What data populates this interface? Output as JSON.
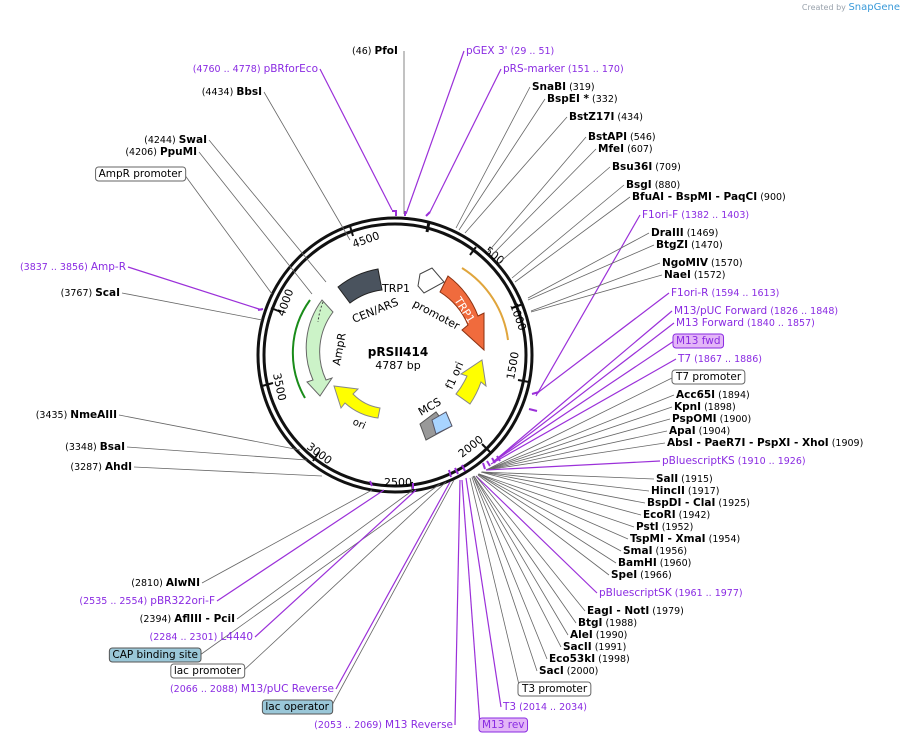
{
  "credit": {
    "prefix": "Created by",
    "brand": "SnapGene"
  },
  "plasmid": {
    "name": "pRSII414",
    "size": "4787 bp"
  },
  "ring_ticks": [
    "500",
    "1000",
    "1500",
    "2000",
    "2500",
    "3000",
    "3500",
    "4000",
    "4500"
  ],
  "features": [
    {
      "label": "CEN/ARS",
      "color": "#4a535e"
    },
    {
      "label": "TRP1 promoter",
      "color": "#ffffff"
    },
    {
      "label": "TRP1",
      "color": "#f06b3d"
    },
    {
      "label": "f1 ori",
      "color": "#ffff00"
    },
    {
      "label": "ori",
      "color": "#ffff00"
    },
    {
      "label": "AmpR",
      "color": "#ccf3c8"
    },
    {
      "label": "MCS",
      "color": "#999999"
    }
  ],
  "annotations": [
    {
      "name": "PfoI",
      "pos": "(46)",
      "kind": "enzyme"
    },
    {
      "name": "pGEX 3'",
      "pos": "(29 .. 51)",
      "kind": "primer"
    },
    {
      "name": "pRS-marker",
      "pos": "(151 .. 170)",
      "kind": "primer"
    },
    {
      "name": "SnaBI",
      "pos": "(319)",
      "kind": "enzyme"
    },
    {
      "name": "BspEI *",
      "pos": "(332)",
      "kind": "enzyme"
    },
    {
      "name": "BstZ17I",
      "pos": "(434)",
      "kind": "enzyme"
    },
    {
      "name": "BstAPI",
      "pos": "(546)",
      "kind": "enzyme"
    },
    {
      "name": "MfeI",
      "pos": "(607)",
      "kind": "enzyme"
    },
    {
      "name": "Bsu36I",
      "pos": "(709)",
      "kind": "enzyme"
    },
    {
      "name": "BsgI",
      "pos": "(880)",
      "kind": "enzyme"
    },
    {
      "name": "BfuAI  -  BspMI  -  PaqCI",
      "pos": "(900)",
      "kind": "enzyme"
    },
    {
      "name": "F1ori-F",
      "pos": "(1382 .. 1403)",
      "kind": "primer"
    },
    {
      "name": "DraIII",
      "pos": "(1469)",
      "kind": "enzyme"
    },
    {
      "name": "BtgZI",
      "pos": "(1470)",
      "kind": "enzyme"
    },
    {
      "name": "NgoMIV",
      "pos": "(1570)",
      "kind": "enzyme"
    },
    {
      "name": "NaeI",
      "pos": "(1572)",
      "kind": "enzyme"
    },
    {
      "name": "F1ori-R",
      "pos": "(1594 .. 1613)",
      "kind": "primer"
    },
    {
      "name": "M13/pUC Forward",
      "pos": "(1826 .. 1848)",
      "kind": "primer"
    },
    {
      "name": "M13 Forward",
      "pos": "(1840 .. 1857)",
      "kind": "primer"
    },
    {
      "name": "M13 fwd",
      "pos": "",
      "kind": "boxprimer"
    },
    {
      "name": "T7",
      "pos": "(1867 .. 1886)",
      "kind": "primer"
    },
    {
      "name": "T7 promoter",
      "pos": "",
      "kind": "box"
    },
    {
      "name": "Acc65I",
      "pos": "(1894)",
      "kind": "enzyme"
    },
    {
      "name": "KpnI",
      "pos": "(1898)",
      "kind": "enzyme"
    },
    {
      "name": "PspOMI",
      "pos": "(1900)",
      "kind": "enzyme"
    },
    {
      "name": "ApaI",
      "pos": "(1904)",
      "kind": "enzyme"
    },
    {
      "name": "AbsI  -  PaeR7I  -  PspXI  -  XhoI",
      "pos": "(1909)",
      "kind": "enzyme"
    },
    {
      "name": "pBluescriptKS",
      "pos": "(1910 .. 1926)",
      "kind": "primer"
    },
    {
      "name": "SalI",
      "pos": "(1915)",
      "kind": "enzyme"
    },
    {
      "name": "HincII",
      "pos": "(1917)",
      "kind": "enzyme"
    },
    {
      "name": "BspDI  -  ClaI",
      "pos": "(1925)",
      "kind": "enzyme"
    },
    {
      "name": "EcoRI",
      "pos": "(1942)",
      "kind": "enzyme"
    },
    {
      "name": "PstI",
      "pos": "(1952)",
      "kind": "enzyme"
    },
    {
      "name": "TspMI  -  XmaI",
      "pos": "(1954)",
      "kind": "enzyme"
    },
    {
      "name": "SmaI",
      "pos": "(1956)",
      "kind": "enzyme"
    },
    {
      "name": "BamHI",
      "pos": "(1960)",
      "kind": "enzyme"
    },
    {
      "name": "SpeI",
      "pos": "(1966)",
      "kind": "enzyme"
    },
    {
      "name": "pBluescriptSK",
      "pos": "(1961 .. 1977)",
      "kind": "primer"
    },
    {
      "name": "EagI  -  NotI",
      "pos": "(1979)",
      "kind": "enzyme"
    },
    {
      "name": "BtgI",
      "pos": "(1988)",
      "kind": "enzyme"
    },
    {
      "name": "AleI",
      "pos": "(1990)",
      "kind": "enzyme"
    },
    {
      "name": "SacII",
      "pos": "(1991)",
      "kind": "enzyme"
    },
    {
      "name": "Eco53kI",
      "pos": "(1998)",
      "kind": "enzyme"
    },
    {
      "name": "SacI",
      "pos": "(2000)",
      "kind": "enzyme"
    },
    {
      "name": "T3 promoter",
      "pos": "",
      "kind": "box"
    },
    {
      "name": "T3",
      "pos": "(2014 .. 2034)",
      "kind": "primer"
    },
    {
      "name": "M13 rev",
      "pos": "",
      "kind": "boxprimer"
    },
    {
      "name": "M13 Reverse",
      "pos": "(2053 .. 2069)",
      "kind": "primer"
    },
    {
      "name": "lac operator",
      "pos": "",
      "kind": "boxblue"
    },
    {
      "name": "M13/pUC Reverse",
      "pos": "(2066 .. 2088)",
      "kind": "primer"
    },
    {
      "name": "lac promoter",
      "pos": "",
      "kind": "box"
    },
    {
      "name": "CAP binding site",
      "pos": "",
      "kind": "boxblue"
    },
    {
      "name": "L4440",
      "pos": "(2284 .. 2301)",
      "kind": "primer"
    },
    {
      "name": "AflIII  -  PciI",
      "pos": "(2394)",
      "kind": "enzyme"
    },
    {
      "name": "pBR322ori-F",
      "pos": "(2535 .. 2554)",
      "kind": "primer"
    },
    {
      "name": "AlwNI",
      "pos": "(2810)",
      "kind": "enzyme"
    },
    {
      "name": "AhdI",
      "pos": "(3287)",
      "kind": "enzyme"
    },
    {
      "name": "BsaI",
      "pos": "(3348)",
      "kind": "enzyme"
    },
    {
      "name": "NmeAIII",
      "pos": "(3435)",
      "kind": "enzyme"
    },
    {
      "name": "ScaI",
      "pos": "(3767)",
      "kind": "enzyme"
    },
    {
      "name": "Amp-R",
      "pos": "(3837 .. 3856)",
      "kind": "primer"
    },
    {
      "name": "AmpR promoter",
      "pos": "",
      "kind": "box"
    },
    {
      "name": "PpuMI",
      "pos": "(4206)",
      "kind": "enzyme"
    },
    {
      "name": "SwaI",
      "pos": "(4244)",
      "kind": "enzyme"
    },
    {
      "name": "BbsI",
      "pos": "(4434)",
      "kind": "enzyme"
    },
    {
      "name": "pBRforEco",
      "pos": "(4760 .. 4778)",
      "kind": "primer"
    }
  ]
}
